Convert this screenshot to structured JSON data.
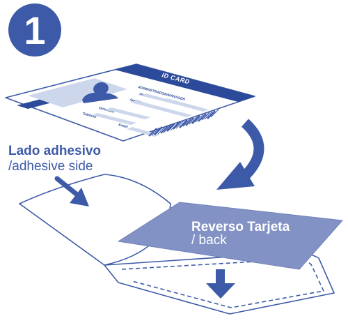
{
  "step": {
    "number": "1"
  },
  "adhesive_label": {
    "es": "Lado adhesivo",
    "en": "/adhesive side"
  },
  "back_label": {
    "es": "Reverso Tarjeta",
    "en": "/ back"
  },
  "id_card": {
    "title": "ID CARD",
    "header": "ADMINISTRADOR/MANAGER",
    "fields": [
      "Nombre",
      "Apellidos",
      "Dirección",
      "Teléfono",
      "Email"
    ]
  },
  "colors": {
    "primary": "#3d5aa8",
    "dark_blue": "#2c4a9a",
    "light_blue": "#cdd7ec",
    "back_card": "#8392c4",
    "line": "#3d5aa8",
    "white": "#ffffff"
  },
  "icons": [
    "step-badge-icon",
    "curved-arrow-icon",
    "down-arrow-icon",
    "pointer-arrow-icon",
    "barcode-icon",
    "person-silhouette-icon"
  ]
}
